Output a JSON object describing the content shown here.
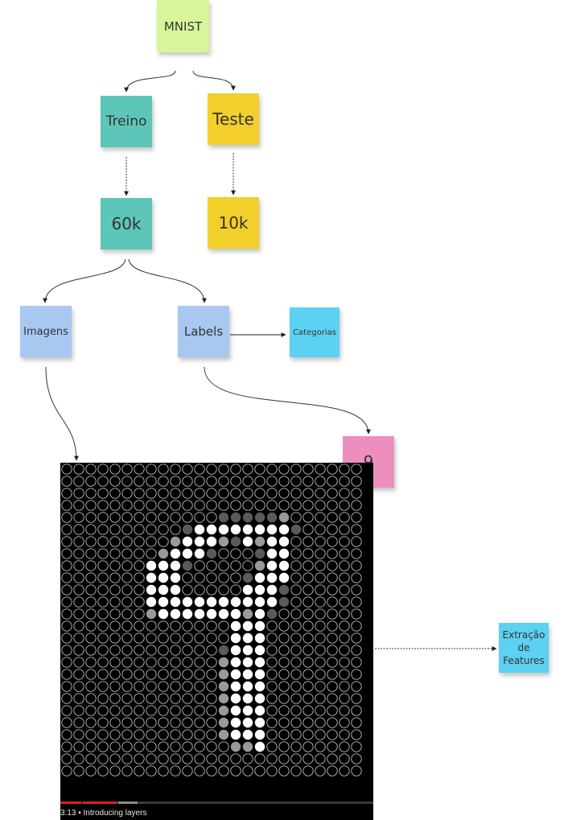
{
  "nodes": {
    "mnist": {
      "label": "MNIST",
      "color": "#d8f59a"
    },
    "treino": {
      "label": "Treino",
      "color": "#5dc6b8"
    },
    "teste": {
      "label": "Teste",
      "color": "#f2cf2a"
    },
    "treino_count": {
      "label": "60k",
      "color": "#5dc6b8"
    },
    "teste_count": {
      "label": "10k",
      "color": "#f2cf2a"
    },
    "imagens": {
      "label": "Imagens",
      "color": "#a8c8f2"
    },
    "labels": {
      "label": "Labels",
      "color": "#a8c8f2"
    },
    "categorias": {
      "label": "Categorias",
      "color": "#5cd1f2"
    },
    "digit_label": {
      "label": "9",
      "color": "#ec8fbe"
    },
    "extracao": {
      "label": "Extração de Features",
      "color": "#5cd1f2"
    }
  },
  "mnist_image": {
    "dot_levels": {
      "0": "outline",
      "1": "#5a5a5a",
      "2": "#9a9a9a",
      "3": "#ffffff"
    },
    "pixel_rows": [
      "0000000000000000000000000",
      "0000000000000000000000000",
      "0000000000000000000000000",
      "0000000000000000000000000",
      "0000000000000111112000000",
      "0000000000133333333100000",
      "0000000002333213233000000",
      "0000000023331000133000000",
      "0000000333100000233000000",
      "0000000333000001333000000",
      "0000000333000003331000000",
      "0000000333333333331000000",
      "0000000233333332310000000",
      "0000000000000033300000000",
      "0000000000000033300000000",
      "0000000000000133300000000",
      "0000000000000233300000000",
      "0000000000000233300000000",
      "0000000000000233300000000",
      "0000000000000233300000000",
      "0000000000000233300000000",
      "0000000000000233300000000",
      "0000000000000233300000000",
      "0000000000000022300000000",
      "0000000000000000000000000",
      "0000000000000000000000000"
    ],
    "progress_colors": [
      "#e02020",
      "#e02020",
      "#8a8a8a"
    ],
    "caption": "3:13 • Introducing layers"
  }
}
